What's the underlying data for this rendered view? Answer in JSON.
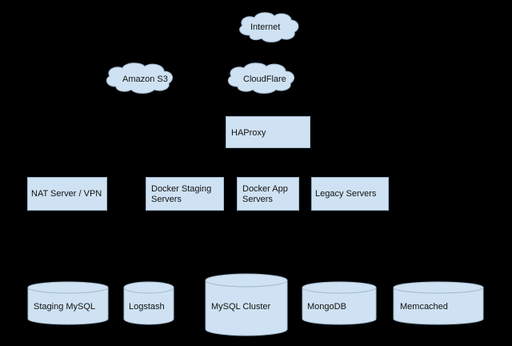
{
  "colors": {
    "background": "#000000",
    "node_fill": "#cfe2f3",
    "node_stroke": "#9fb7cc",
    "text": "#111111"
  },
  "clouds": {
    "internet": "Internet",
    "amazon_s3": "Amazon S3",
    "cloudflare": "CloudFlare"
  },
  "servers": {
    "haproxy": "HAProxy",
    "nat_vpn": "NAT Server / VPN",
    "docker_staging_line1": "Docker Staging",
    "docker_staging_line2": "Servers",
    "docker_app_line1": "Docker App",
    "docker_app_line2": "Servers",
    "legacy": "Legacy Servers"
  },
  "databases": {
    "staging_mysql": "Staging MySQL",
    "logstash": "Logstash",
    "mysql_cluster": "MySQL Cluster",
    "mongodb": "MongoDB",
    "memcached": "Memcached"
  }
}
